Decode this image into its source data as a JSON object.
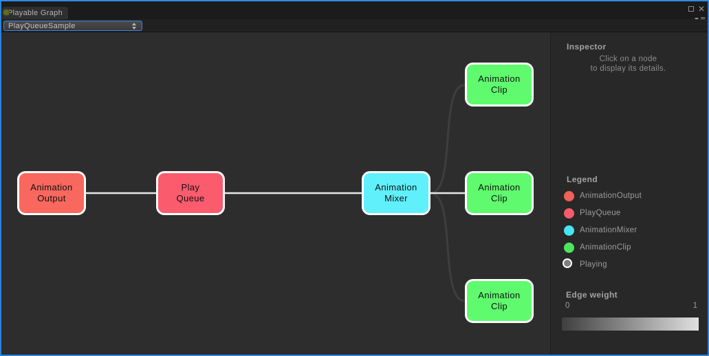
{
  "window": {
    "tab_title": "Playable Graph",
    "close_glyph": "✕"
  },
  "toolbar": {
    "graph_selector": "PlayQueueSample"
  },
  "graph": {
    "colors": {
      "active_edge": "#eaeaea",
      "inactive_edge": "#3e3e3e",
      "background": "#2d2d2d"
    },
    "nodes": [
      {
        "id": "animation-output",
        "line1": "Animation",
        "line2": "Output",
        "color": "#f8685e"
      },
      {
        "id": "play-queue",
        "line1": "Play",
        "line2": "Queue",
        "color": "#fa5b6d"
      },
      {
        "id": "animation-mixer",
        "line1": "Animation",
        "line2": "Mixer",
        "color": "#5ff0fb"
      },
      {
        "id": "animation-clip-top",
        "line1": "Animation",
        "line2": "Clip",
        "color": "#5ffa6e"
      },
      {
        "id": "animation-clip-middle",
        "line1": "Animation",
        "line2": "Clip",
        "color": "#5ffa6e"
      },
      {
        "id": "animation-clip-bottom",
        "line1": "Animation",
        "line2": "Clip",
        "color": "#5ffa6e"
      }
    ]
  },
  "inspector": {
    "title": "Inspector",
    "hint_line1": "Click on a node",
    "hint_line2": "to display its details."
  },
  "legend": {
    "title": "Legend",
    "items": [
      {
        "label": "AnimationOutput",
        "color": "#f26057"
      },
      {
        "label": "PlayQueue",
        "color": "#f75b6b"
      },
      {
        "label": "AnimationMixer",
        "color": "#48e5f5"
      },
      {
        "label": "AnimationClip",
        "color": "#4be75a"
      },
      {
        "label": "Playing",
        "color": "#7e7e7e"
      }
    ]
  },
  "edge_weight": {
    "title": "Edge weight",
    "min": "0",
    "max": "1",
    "gradient_start": "#3f3f3f",
    "gradient_end": "#e0e0e0"
  }
}
